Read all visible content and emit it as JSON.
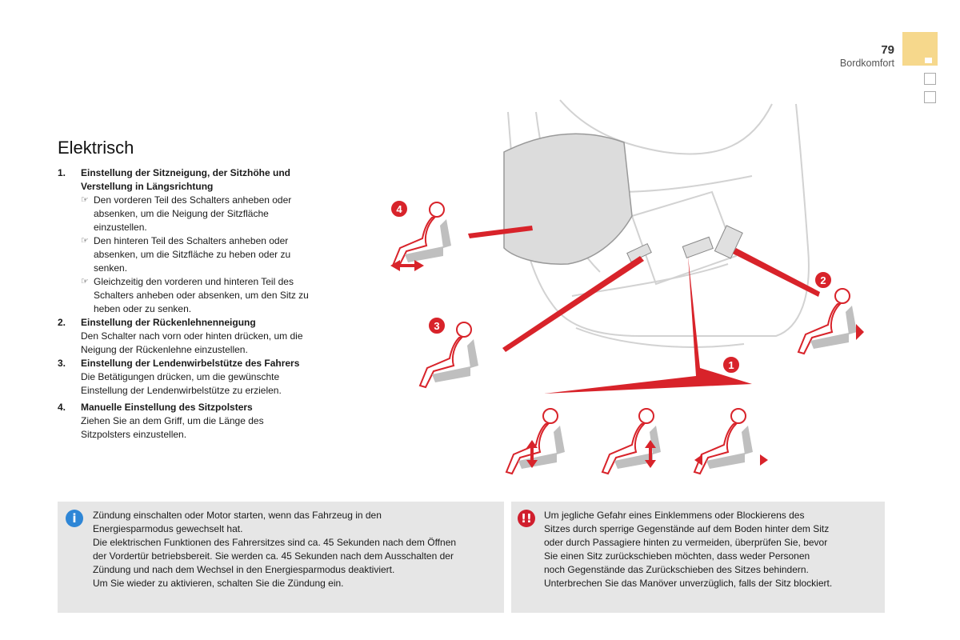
{
  "header": {
    "page_number": "79",
    "section": "Bordkomfort"
  },
  "colors": {
    "accent_tab": "#f6d88c",
    "red": "#d8232a",
    "info_blue": "#2e86d6",
    "note_bg": "#e6e6e6"
  },
  "title": "Elektrisch",
  "steps": [
    {
      "num": "1.",
      "title": "Einstellung der Sitzneigung, der Sitzhöhe und Verstellung in Längsrichtung",
      "bullets": [
        "Den vorderen Teil des Schalters anheben oder absenken, um die Neigung der Sitzfläche einzustellen.",
        "Den hinteren Teil des Schalters anheben oder absenken, um die Sitzfläche zu heben oder zu senken.",
        "Gleichzeitig den vorderen und hinteren Teil des Schalters anheben oder absenken, um den Sitz zu heben oder zu senken."
      ]
    },
    {
      "num": "2.",
      "title": "Einstellung der Rückenlehnenneigung",
      "text": "Den Schalter nach vorn oder hinten drücken, um die Neigung der Rückenlehne einzustellen."
    },
    {
      "num": "3.",
      "title": "Einstellung der Lendenwirbelstütze des Fahrers",
      "text": "Die Betätigungen drücken, um die gewünschte Einstellung der Lendenwirbelstütze zu erzielen."
    },
    {
      "num": "4.",
      "title": "Manuelle Einstellung des Sitzpolsters",
      "text": "Ziehen Sie an dem Griff, um die Länge des Sitzpolsters einzustellen."
    }
  ],
  "bullet_icon": "pointing-hand-icon",
  "figure": {
    "callouts": [
      "1",
      "2",
      "3",
      "4"
    ]
  },
  "info_box": {
    "icon": "info-icon",
    "lines": [
      "Zündung einschalten oder Motor starten, wenn das Fahrzeug in den",
      "Energiesparmodus gewechselt hat.",
      "Die elektrischen Funktionen des Fahrersitzes sind ca. 45 Sekunden nach dem Öffnen",
      "der Vordertür betriebsbereit. Sie werden ca. 45 Sekunden nach dem Ausschalten der",
      "Zündung und nach dem Wechsel in den Energiesparmodus deaktiviert.",
      "Um Sie wieder zu aktivieren, schalten Sie die Zündung ein."
    ]
  },
  "warning_box": {
    "icon": "warning-icon",
    "lines": [
      "Um jegliche Gefahr eines Einklemmens oder Blockierens des",
      "Sitzes durch sperrige Gegenstände auf dem Boden hinter dem Sitz",
      "oder durch Passagiere hinten zu vermeiden, überprüfen Sie, bevor",
      "Sie einen Sitz zurückschieben möchten, dass weder Personen",
      "noch Gegenstände das Zurückschieben des Sitzes behindern.",
      "Unterbrechen Sie das Manöver unverzüglich, falls der Sitz blockiert."
    ]
  }
}
